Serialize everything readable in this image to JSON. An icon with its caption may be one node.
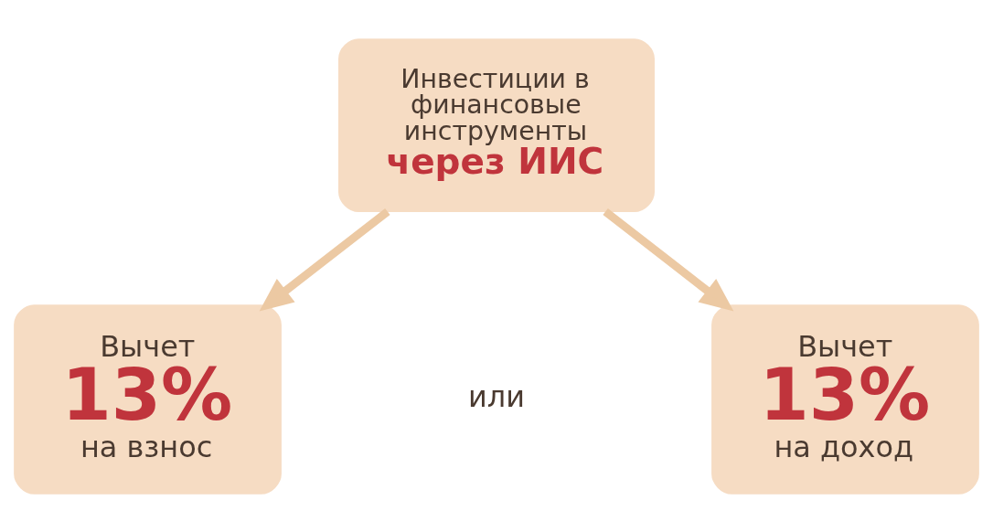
{
  "diagram": {
    "nodes": [
      {
        "text": [
          "Инвестиции в финансовые инструменты",
          "через ИИС"
        ]
      },
      {
        "text": [
          "Вычет",
          "13%",
          "на взнос"
        ]
      },
      {
        "text": [
          "Вычет",
          "13%",
          "на доход"
        ]
      }
    ],
    "edges": [
      {
        "from": 0,
        "to": 1,
        "arrow": "to"
      },
      {
        "from": 0,
        "to": 2,
        "arrow": "to"
      }
    ],
    "labels": [
      "или"
    ]
  }
}
